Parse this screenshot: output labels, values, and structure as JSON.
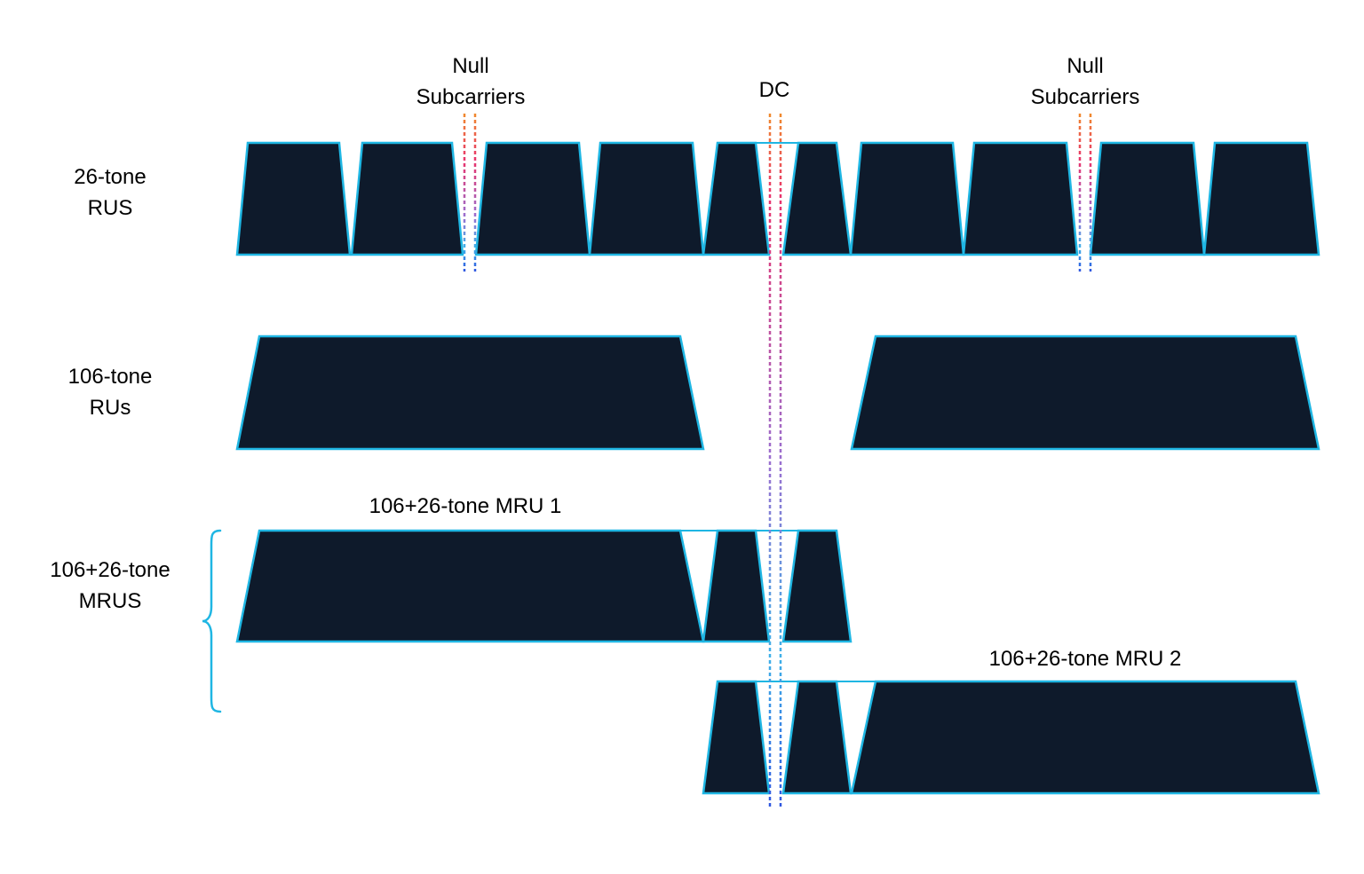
{
  "labels": {
    "null_left_1": "Null",
    "null_left_2": "Subcarriers",
    "dc": "DC",
    "null_right_1": "Null",
    "null_right_2": "Subcarriers",
    "row1_a": "26-tone",
    "row1_b": "RUS",
    "row2_a": "106-tone",
    "row2_b": "RUs",
    "row3_a": "106+26-tone",
    "row3_b": "MRUS",
    "mru1": "106+26-tone MRU 1",
    "mru2": "106+26-tone MRU 2"
  },
  "colors": {
    "block_fill": "#0e1a2b",
    "block_outline": "#1fb6e3",
    "dash_gradient": [
      "#f08a2c",
      "#e8336d",
      "#9a6fd0",
      "#3fb0e8",
      "#2f55e0"
    ]
  }
}
